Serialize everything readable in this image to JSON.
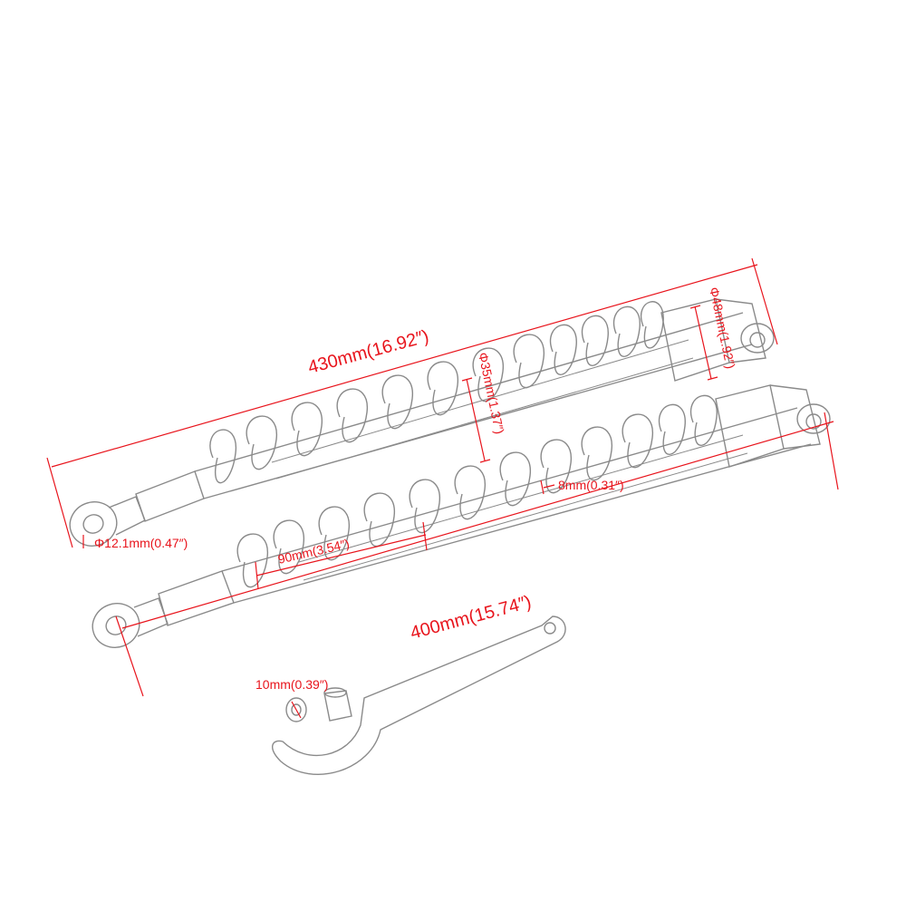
{
  "dimensions": {
    "overall_length": "430mm(16.92″)",
    "eye_to_eye_length": "400mm(15.74″)",
    "top_mount_diameter": "Φ48mm(1.92″)",
    "body_diameter": "Φ35mm(1.37″)",
    "shaft_diameter": "8mm(0.31″)",
    "eye_bore_diameter": "Φ12.1mm(0.47″)",
    "spring_length": "90mm(3.54″)",
    "bushing_size": "10mm(0.39″)"
  },
  "colors": {
    "annotation": "#e8141c",
    "line_art": "#8a8a8a",
    "background": "#ffffff"
  }
}
